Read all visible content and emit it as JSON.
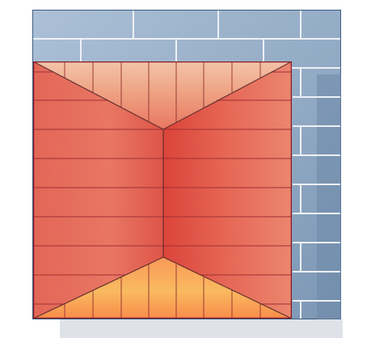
{
  "palette": {
    "page_background": "#ffffff",
    "floor_shadow": "#dfe2e8",
    "brick_wall_light": "#a9bfd6",
    "brick_wall_mid": "#8aa4c0",
    "brick_wall_shadow": "#5d7a98",
    "brick_outline": "#3f5f84",
    "mortar_lines": "#f3f6fb",
    "tile_top_light": "#f8c8a8",
    "tile_top_mid": "#f29073",
    "tile_center": "#e85e50",
    "tile_bottom_glow": "#ffc85a",
    "tile_outline": "#8b1b25",
    "tile_seam": "#5a2a2a"
  },
  "illustration": {
    "subject": "bricks-and-tiles",
    "background_element": "blue-brick-wall",
    "foreground_element": "orange-tile-block-with-mitered-panels"
  }
}
